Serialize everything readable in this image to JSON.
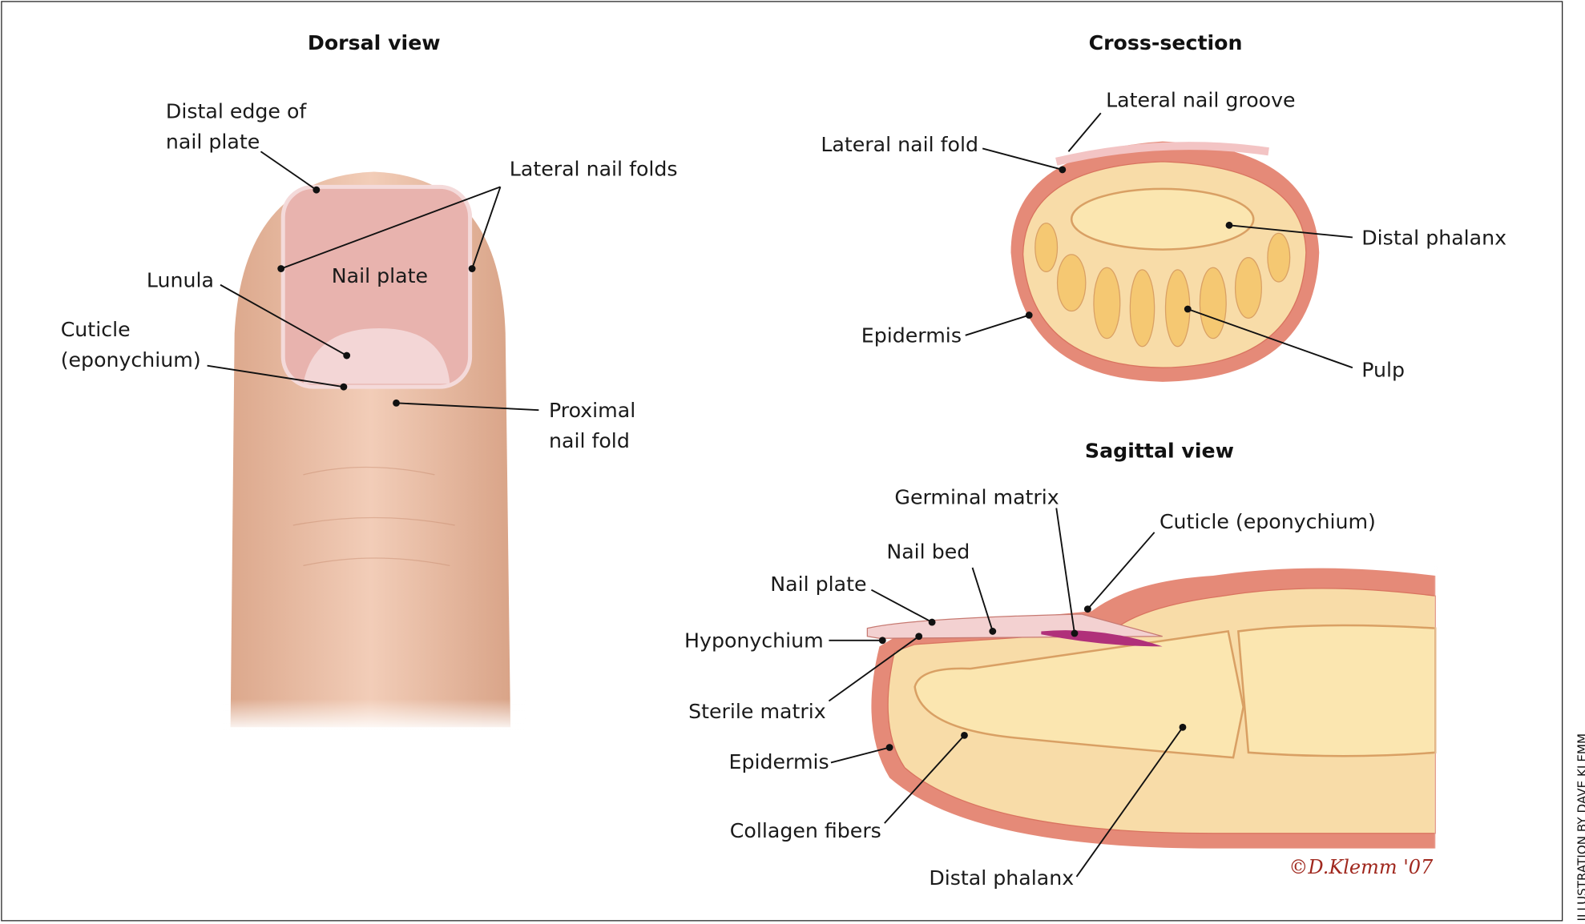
{
  "titles": {
    "dorsal": "Dorsal view",
    "cross": "Cross-section",
    "sagittal": "Sagittal view"
  },
  "dorsal": {
    "distal_edge_1": "Distal edge of",
    "distal_edge_2": "nail plate",
    "lateral_folds": "Lateral nail folds",
    "nail_plate": "Nail plate",
    "lunula": "Lunula",
    "cuticle_1": "Cuticle",
    "cuticle_2": "(eponychium)",
    "proximal_1": "Proximal",
    "proximal_2": "nail fold"
  },
  "cross": {
    "groove": "Lateral nail groove",
    "fold": "Lateral nail fold",
    "phalanx": "Distal phalanx",
    "epidermis": "Epidermis",
    "pulp": "Pulp"
  },
  "sagittal": {
    "germinal": "Germinal matrix",
    "cuticle": "Cuticle (eponychium)",
    "nail_bed": "Nail bed",
    "nail_plate": "Nail plate",
    "hyponychium": "Hyponychium",
    "sterile": "Sterile matrix",
    "epidermis": "Epidermis",
    "collagen": "Collagen fibers",
    "phalanx": "Distal phalanx"
  },
  "signature": "©D.Klemm '07",
  "credit": "ILLUSTRATION BY DAVE KLEMM",
  "colors": {
    "skin": "#e8b9a0",
    "epidermis": "#e58a78",
    "fat": "#f7d48c",
    "bone": "#fbe6b0",
    "matrix": "#b0307a"
  }
}
